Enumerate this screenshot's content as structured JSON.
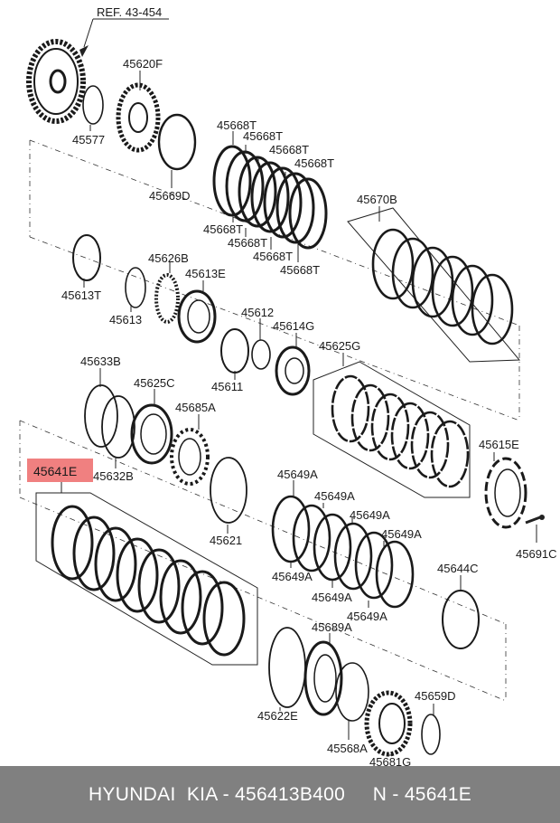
{
  "reference": {
    "label": "REF. 43-454"
  },
  "highlight": {
    "part": "45641E",
    "color": "#f08080"
  },
  "parts": {
    "p45620F": "45620F",
    "p45577": "45577",
    "p45669D": "45669D",
    "p45668T_1": "45668T",
    "p45668T_2": "45668T",
    "p45668T_3": "45668T",
    "p45668T_4": "45668T",
    "p45668T_5": "45668T",
    "p45668T_6": "45668T",
    "p45668T_7": "45668T",
    "p45668T_8": "45668T",
    "p45670B": "45670B",
    "p45613T": "45613T",
    "p45626B": "45626B",
    "p45613E": "45613E",
    "p45613": "45613",
    "p45612": "45612",
    "p45614G": "45614G",
    "p45611": "45611",
    "p45625G": "45625G",
    "p45633B": "45633B",
    "p45625C": "45625C",
    "p45685A": "45685A",
    "p45632B": "45632B",
    "p45615E": "45615E",
    "p45649A_1": "45649A",
    "p45649A_2": "45649A",
    "p45649A_3": "45649A",
    "p45649A_4": "45649A",
    "p45649A_5": "45649A",
    "p45649A_6": "45649A",
    "p45649A_7": "45649A",
    "p45621": "45621",
    "p45691C": "45691C",
    "p45644C": "45644C",
    "p45689A": "45689A",
    "p45622E": "45622E",
    "p45659D": "45659D",
    "p45568A": "45568A",
    "p45681G": "45681G"
  },
  "footer": {
    "text": "HYUNDAI  KIA - 456413B400     N - 45641E"
  }
}
